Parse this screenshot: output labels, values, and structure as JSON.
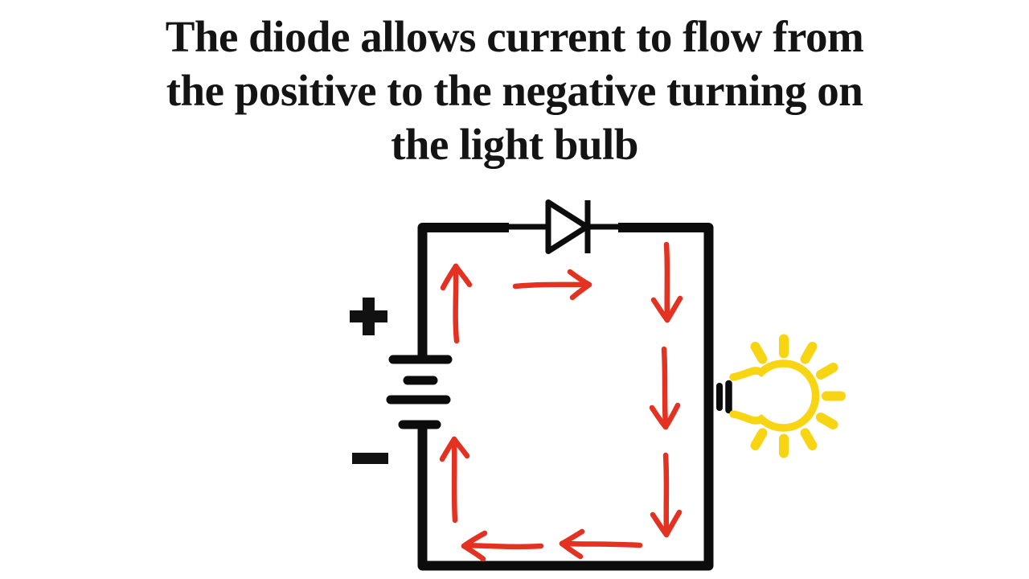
{
  "title": {
    "lines": [
      "The diode allows current to flow from",
      "the positive to the negative turning on",
      "the light bulb"
    ]
  },
  "circuit": {
    "battery": {
      "positive_symbol": "+",
      "negative_symbol": "−",
      "plate_count": 4
    },
    "diode": {
      "orientation": "anode-left-cathode-right",
      "position": "top-wire"
    },
    "light_bulb": {
      "state": "lit",
      "ray_count": 9,
      "position": "right-wire"
    },
    "current_flow": {
      "direction": "clockwise",
      "arrow_count": 8,
      "arrows": [
        "up-left-top",
        "right-top-middle",
        "down-right-upper",
        "down-right-middle",
        "down-right-lower",
        "up-left-bottom",
        "left-bottom-right",
        "left-bottom-left"
      ]
    },
    "colors": {
      "wire": "#0c0c0c",
      "arrow_red": "#e43222",
      "bulb_yellow": "#f7d512",
      "background": "#ffffff",
      "title_text": "#141414"
    }
  }
}
